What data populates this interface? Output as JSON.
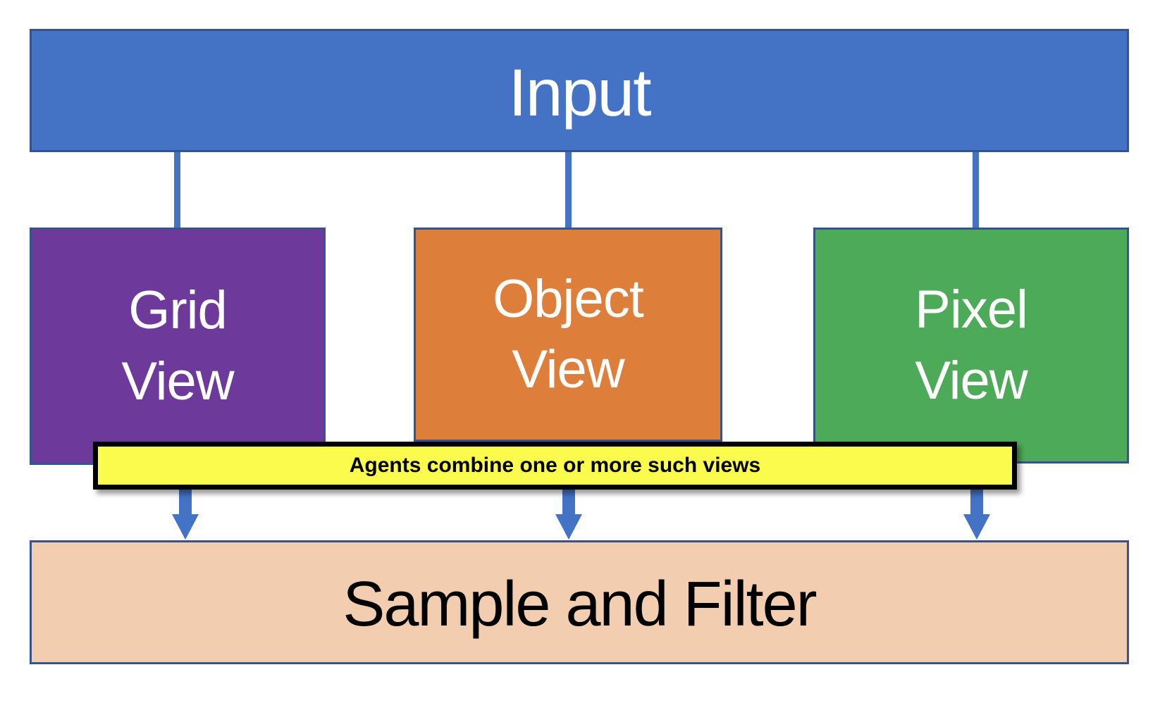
{
  "diagram": {
    "connector_color": "#4472C4",
    "border_color": "#35548E",
    "nodes": {
      "input": {
        "label": "Input",
        "fill": "#4472C4",
        "text_color": "#FFFFFF"
      },
      "grid_view": {
        "label": "Grid\nView",
        "fill": "#6D3A9C",
        "text_color": "#FFFFFF"
      },
      "object_view": {
        "label": "Object\nView",
        "fill": "#DD7E3B",
        "text_color": "#FFFFFF"
      },
      "pixel_view": {
        "label": "Pixel\nView",
        "fill": "#4CAA58",
        "text_color": "#FFFFFF"
      },
      "sample_filter": {
        "label": "Sample and Filter",
        "fill": "#F2CDAF",
        "text_color": "#000000"
      }
    },
    "banner": {
      "label": "Agents combine one or more such views",
      "fill": "#FBFB4E",
      "border_color": "#000000",
      "text_color": "#000000"
    },
    "edges": [
      {
        "from": "input",
        "to": "grid_view",
        "style": "line"
      },
      {
        "from": "input",
        "to": "object_view",
        "style": "line"
      },
      {
        "from": "input",
        "to": "pixel_view",
        "style": "line"
      },
      {
        "from": "grid_view",
        "to": "sample_filter",
        "style": "arrow"
      },
      {
        "from": "object_view",
        "to": "sample_filter",
        "style": "arrow"
      },
      {
        "from": "pixel_view",
        "to": "sample_filter",
        "style": "arrow"
      }
    ]
  }
}
